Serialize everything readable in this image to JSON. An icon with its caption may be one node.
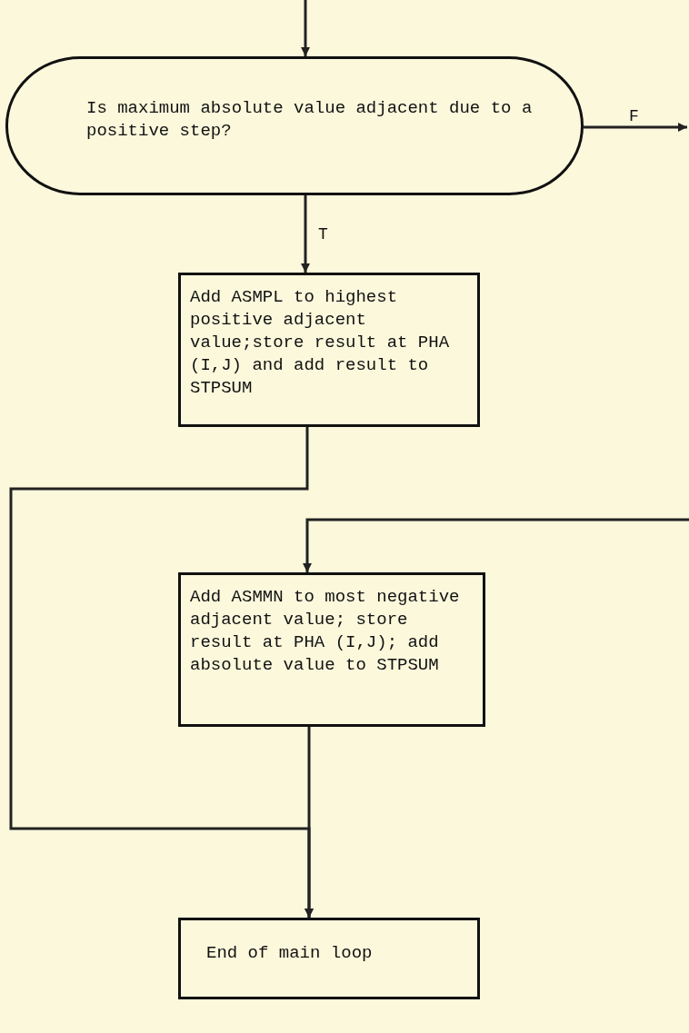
{
  "diagram": {
    "nodes": [
      {
        "text": [
          "Is maximum absolute value adjacent due to a positive step?"
        ]
      },
      {
        "text": [
          "Add ASMPL to highest positive adjacent value;store result at PHA (I,J) and add result to STPSUM"
        ]
      },
      {
        "text": [
          "Add ASMMN to most negative adjacent value; store result at PHA (I,J); add absolute value to STPSUM"
        ]
      },
      {
        "text": [
          "End of main loop"
        ]
      }
    ],
    "edges": [
      {
        "from": null,
        "to": 0,
        "arrow": "to"
      },
      {
        "from": 0,
        "to": null,
        "arrow": "to",
        "label": "F"
      },
      {
        "from": 0,
        "to": 1,
        "arrow": "to",
        "label": "T"
      },
      {
        "from": 1,
        "to": 3,
        "arrow": "to"
      },
      {
        "from": null,
        "to": 2,
        "arrow": "to"
      },
      {
        "from": 2,
        "to": 3,
        "arrow": "to"
      }
    ]
  }
}
